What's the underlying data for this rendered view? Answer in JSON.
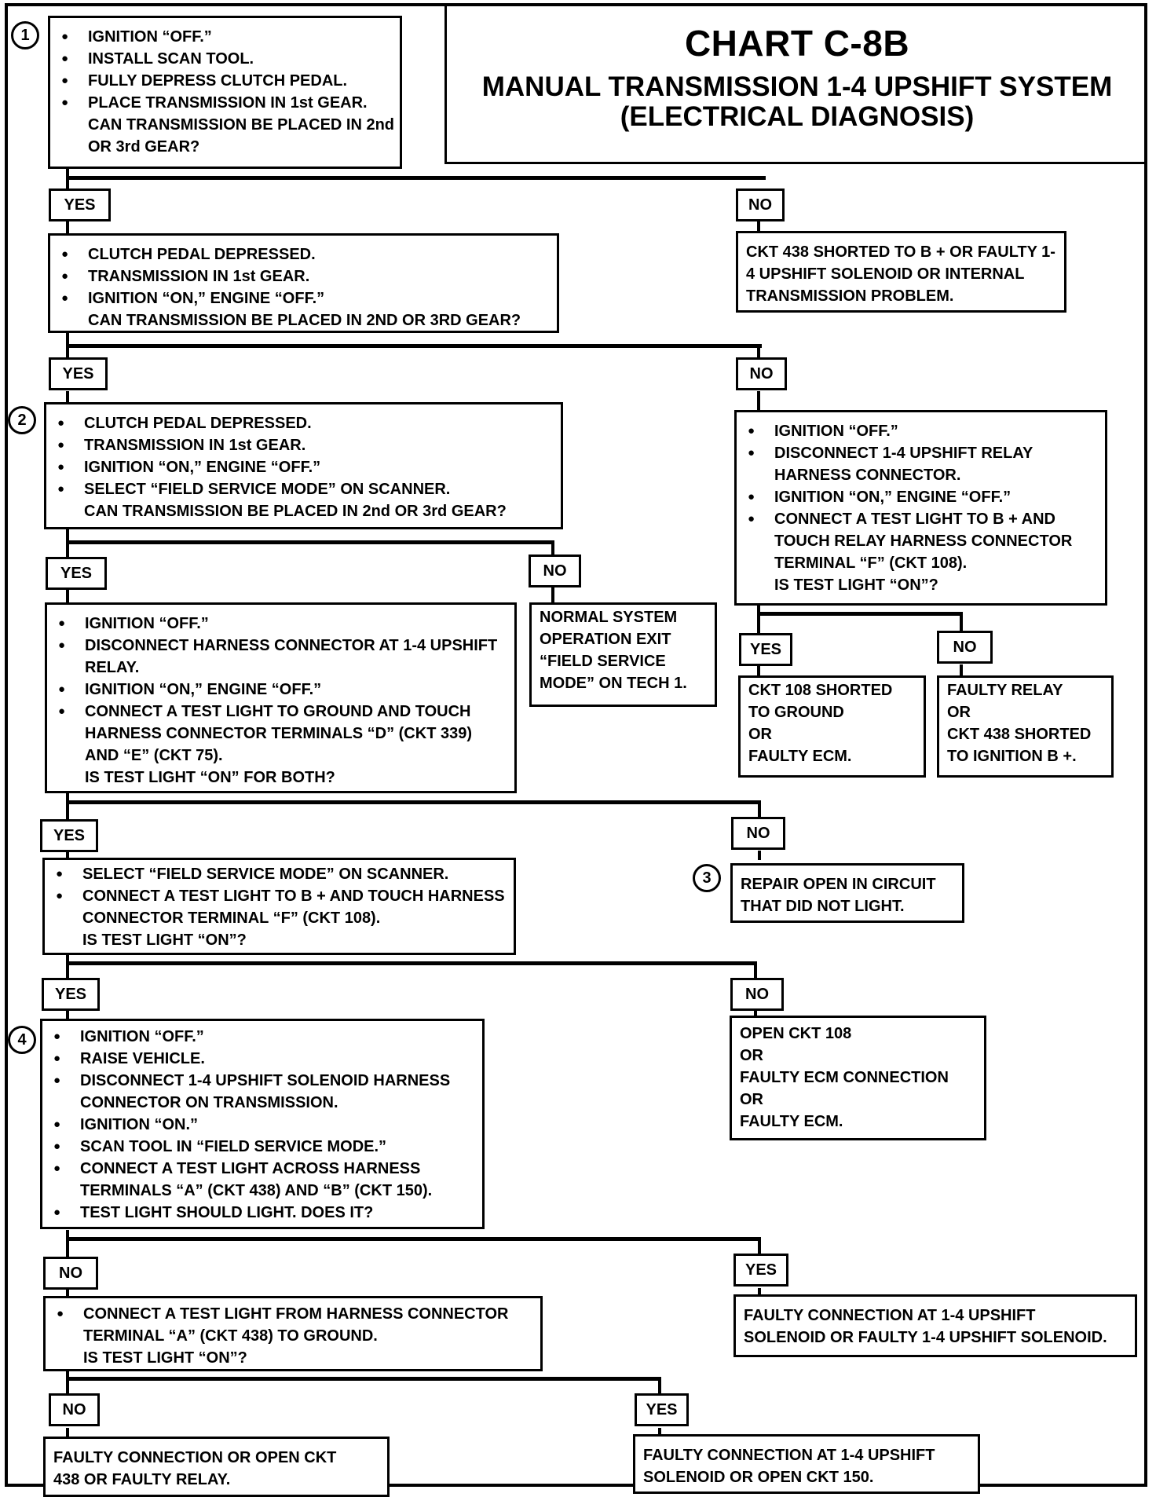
{
  "title": {
    "main": "CHART C-8B",
    "sub1": "MANUAL TRANSMISSION 1-4 UPSHIFT SYSTEM",
    "sub2": "(ELECTRICAL DIAGNOSIS)"
  },
  "steps": [
    "1",
    "2",
    "3",
    "4"
  ],
  "labels": {
    "yes": "YES",
    "no": "NO"
  },
  "boxes": {
    "s1": {
      "items": [
        "IGNITION “OFF.”",
        "INSTALL SCAN TOOL.",
        "FULLY DEPRESS CLUTCH PEDAL.",
        "PLACE TRANSMISSION IN 1st GEAR."
      ],
      "question": "CAN TRANSMISSION BE PLACED IN 2nd OR 3rd GEAR?"
    },
    "r1no": {
      "text": "CKT 438 SHORTED TO B + OR FAULTY 1-4 UPSHIFT SOLENOID OR INTERNAL TRANSMISSION PROBLEM."
    },
    "s1b": {
      "items": [
        "CLUTCH PEDAL DEPRESSED.",
        "TRANSMISSION IN 1st GEAR.",
        "IGNITION “ON,” ENGINE “OFF.”"
      ],
      "question": "CAN TRANSMISSION BE PLACED IN 2ND OR 3RD GEAR?"
    },
    "s2": {
      "items": [
        "CLUTCH PEDAL DEPRESSED.",
        "TRANSMISSION IN 1st GEAR.",
        "IGNITION “ON,” ENGINE “OFF.”",
        "SELECT “FIELD SERVICE MODE” ON SCANNER."
      ],
      "question": "CAN TRANSMISSION BE PLACED IN 2nd OR 3rd GEAR?"
    },
    "relay": {
      "items": [
        "IGNITION “OFF.”",
        "DISCONNECT 1-4 UPSHIFT RELAY HARNESS CONNECTOR.",
        "IGNITION “ON,” ENGINE “OFF.”",
        "CONNECT A TEST LIGHT TO B + AND TOUCH RELAY HARNESS CONNECTOR TERMINAL “F” (CKT 108)."
      ],
      "question": "IS TEST LIGHT “ON”?"
    },
    "ckt108": {
      "text": "CKT 108 SHORTED\nTO GROUND\nOR\nFAULTY ECM."
    },
    "faultyRelay": {
      "text": "FAULTY RELAY\nOR\nCKT 438 SHORTED\nTO IGNITION B +."
    },
    "normal": {
      "text": "NORMAL SYSTEM\nOPERATION  EXIT\n“FIELD SERVICE\nMODE” ON TECH 1."
    },
    "s2yes": {
      "items": [
        "IGNITION “OFF.”",
        "DISCONNECT HARNESS CONNECTOR AT 1-4 UPSHIFT RELAY.",
        "IGNITION “ON,” ENGINE “OFF.”",
        "CONNECT A TEST LIGHT TO GROUND AND TOUCH HARNESS CONNECTOR TERMINALS “D” (CKT 339) AND “E” (CKT 75)."
      ],
      "question": "IS TEST LIGHT “ON” FOR BOTH?"
    },
    "repairOpen": {
      "text": "REPAIR OPEN IN CIRCUIT\nTHAT DID NOT LIGHT."
    },
    "selectFsm": {
      "items": [
        "SELECT “FIELD SERVICE MODE” ON SCANNER.",
        "CONNECT A TEST LIGHT TO B + AND TOUCH HARNESS CONNECTOR TERMINAL “F” (CKT 108)."
      ],
      "question": "IS TEST LIGHT “ON”?"
    },
    "openCkt108": {
      "text": "OPEN CKT 108\nOR\nFAULTY ECM CONNECTION\nOR\nFAULTY ECM."
    },
    "s4": {
      "items": [
        "IGNITION “OFF.”",
        "RAISE VEHICLE.",
        "DISCONNECT 1-4 UPSHIFT SOLENOID HARNESS CONNECTOR ON TRANSMISSION.",
        "IGNITION “ON.”",
        "SCAN TOOL  IN “FIELD SERVICE MODE.”",
        "CONNECT A TEST LIGHT ACROSS HARNESS TERMINALS “A” (CKT 438) AND “B” (CKT 150).",
        "TEST LIGHT SHOULD LIGHT.  DOES IT?"
      ]
    },
    "faultyConnSol": {
      "text": "FAULTY CONNECTION AT 1-4 UPSHIFT\nSOLENOID OR FAULTY 1-4 UPSHIFT SOLENOID."
    },
    "s4no": {
      "items": [
        "CONNECT A TEST LIGHT FROM HARNESS CONNECTOR TERMINAL “A” (CKT 438) TO GROUND."
      ],
      "question": "IS TEST LIGHT “ON”?"
    },
    "openCkt438": {
      "text": "FAULTY CONNECTION OR OPEN CKT\n438 OR FAULTY RELAY."
    },
    "openCkt150": {
      "text": "FAULTY CONNECTION AT 1-4 UPSHIFT\nSOLENOID OR OPEN CKT 150."
    }
  }
}
